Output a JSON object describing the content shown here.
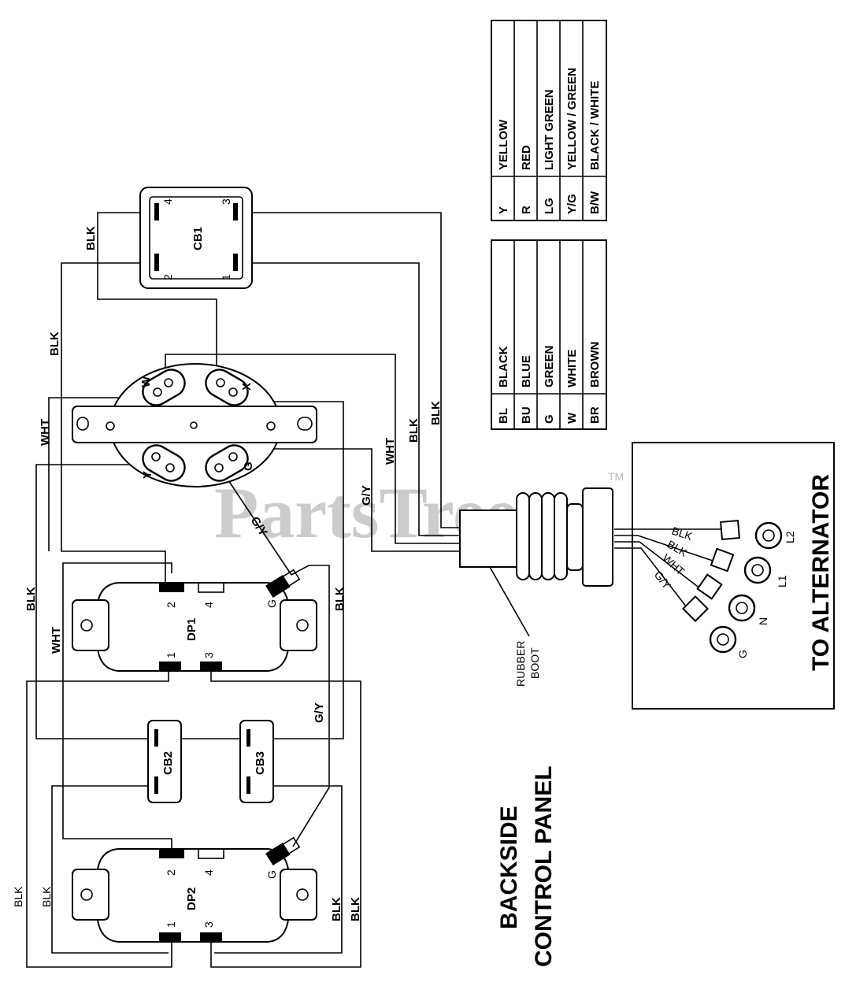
{
  "legend_left": [
    {
      "code": "BL",
      "name": "BLACK"
    },
    {
      "code": "BU",
      "name": "BLUE"
    },
    {
      "code": "G",
      "name": "GREEN"
    },
    {
      "code": "W",
      "name": "WHITE"
    },
    {
      "code": "BR",
      "name": "BROWN"
    }
  ],
  "legend_right": [
    {
      "code": "Y",
      "name": "YELLOW"
    },
    {
      "code": "R",
      "name": "RED"
    },
    {
      "code": "LG",
      "name": "LIGHT GREEN"
    },
    {
      "code": "Y/G",
      "name": "YELLOW / GREEN"
    },
    {
      "code": "B/W",
      "name": "BLACK / WHITE"
    }
  ],
  "components": {
    "cb1": "CB1",
    "cb2": "CB2",
    "cb3": "CB3",
    "dp1": "DP1",
    "dp2": "DP2",
    "pin1": "1",
    "pin2": "2",
    "pin3": "3",
    "pin4": "4",
    "pinG": "G"
  },
  "connector_pins": {
    "w": "W",
    "x": "X",
    "y": "Y",
    "g": "G"
  },
  "wire_labels": {
    "blk": "BLK",
    "wht": "WHT",
    "gy": "G/Y"
  },
  "terminals": {
    "l2": "L2",
    "l1": "L1",
    "n": "N",
    "g": "G"
  },
  "rubber_boot": {
    "line1": "RUBBER",
    "line2": "BOOT"
  },
  "titles": {
    "to_alternator": "TO ALTERNATOR",
    "backside_line1": "BACKSIDE",
    "backside_line2": "CONTROL PANEL"
  },
  "watermark": {
    "text": "PartsTree",
    "tm": "TM"
  }
}
